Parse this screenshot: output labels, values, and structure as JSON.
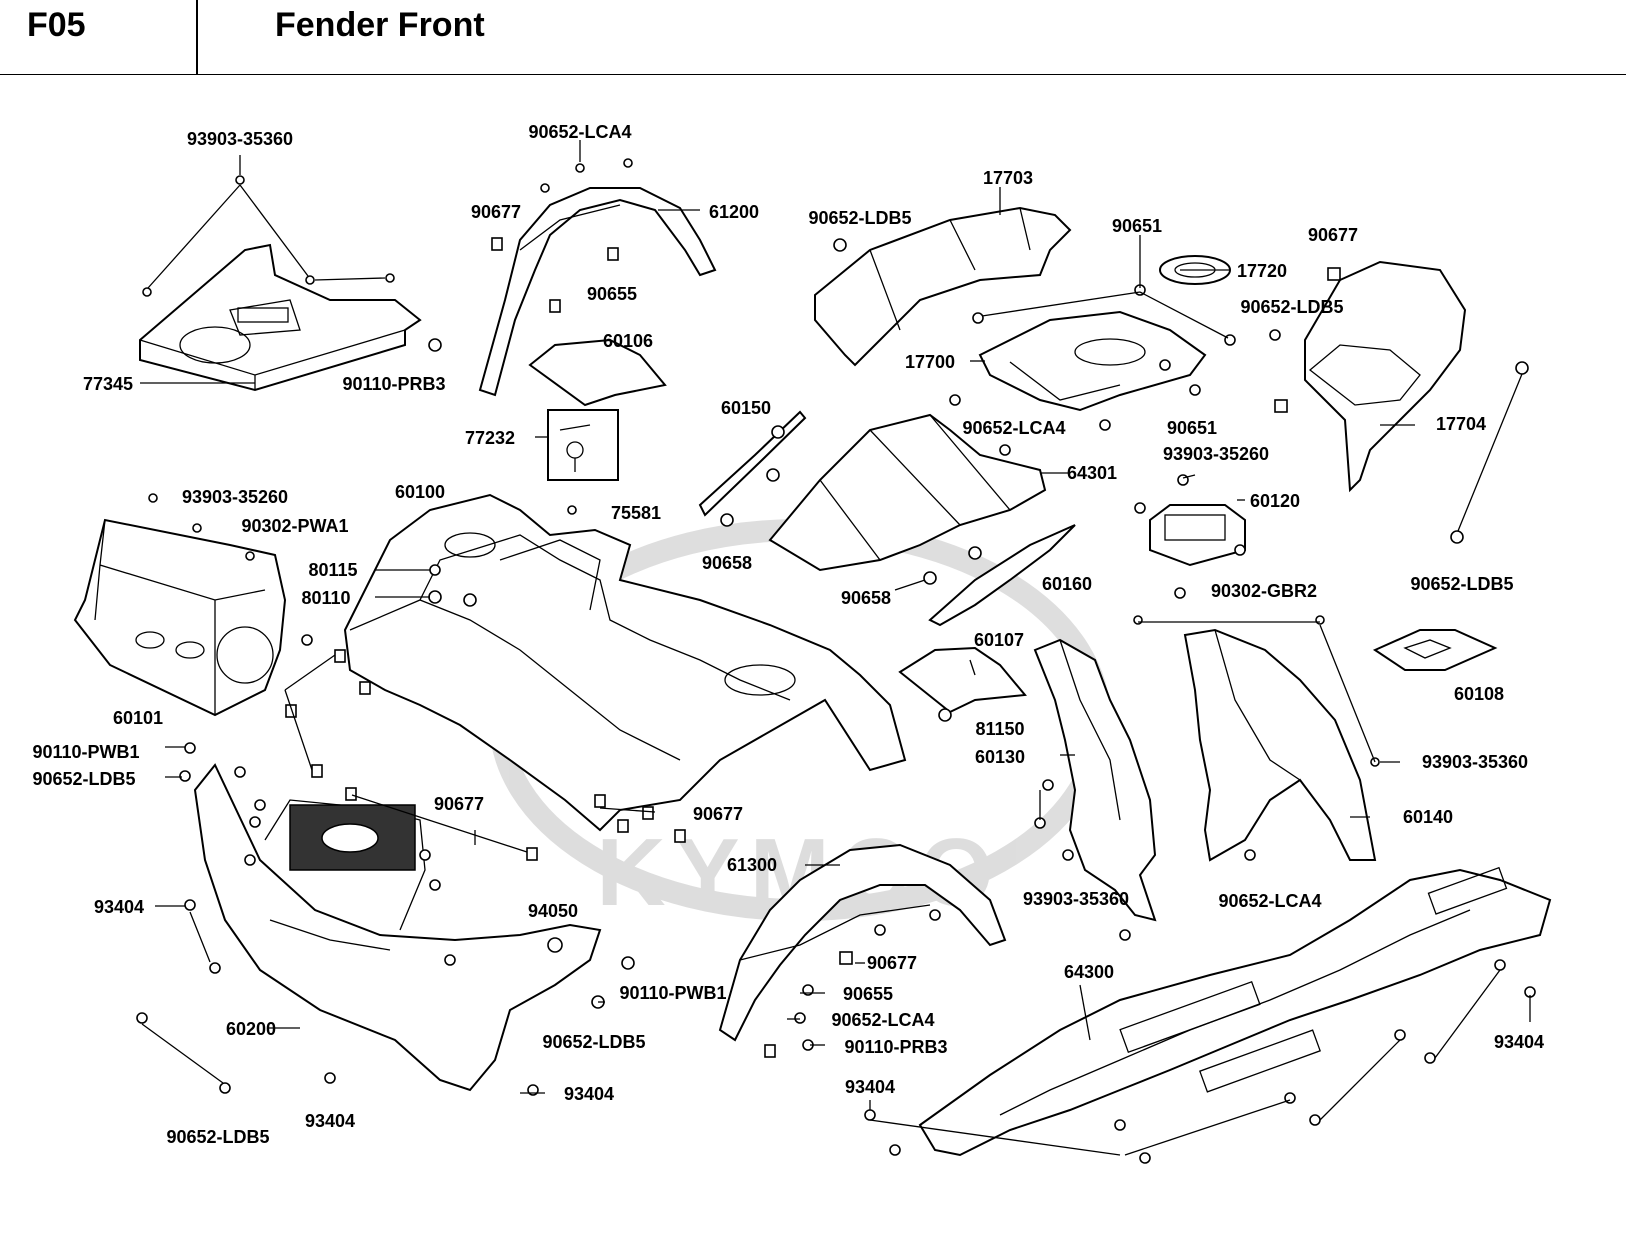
{
  "header": {
    "code": "F05",
    "title": "Fender Front"
  },
  "watermark": "KYMCO",
  "parts": [
    {
      "id": "l1",
      "label": "93903-35360"
    },
    {
      "id": "l2",
      "label": "90652-LCA4"
    },
    {
      "id": "l3",
      "label": "17703"
    },
    {
      "id": "l4",
      "label": "90677"
    },
    {
      "id": "l5",
      "label": "61200"
    },
    {
      "id": "l6",
      "label": "90652-LDB5"
    },
    {
      "id": "l7",
      "label": "90651"
    },
    {
      "id": "l8",
      "label": "17720"
    },
    {
      "id": "l9",
      "label": "90677"
    },
    {
      "id": "l10",
      "label": "90655"
    },
    {
      "id": "l11",
      "label": "90652-LDB5"
    },
    {
      "id": "l12",
      "label": "60106"
    },
    {
      "id": "l13",
      "label": "77345"
    },
    {
      "id": "l14",
      "label": "90110-PRB3"
    },
    {
      "id": "l15",
      "label": "17700"
    },
    {
      "id": "l16",
      "label": "60150"
    },
    {
      "id": "l17",
      "label": "90652-LCA4"
    },
    {
      "id": "l18",
      "label": "90651"
    },
    {
      "id": "l19",
      "label": "17704"
    },
    {
      "id": "l20",
      "label": "77232"
    },
    {
      "id": "l21",
      "label": "93903-35260"
    },
    {
      "id": "l22",
      "label": "64301"
    },
    {
      "id": "l23",
      "label": "93903-35260"
    },
    {
      "id": "l24",
      "label": "60100"
    },
    {
      "id": "l25",
      "label": "60120"
    },
    {
      "id": "l26",
      "label": "75581"
    },
    {
      "id": "l27",
      "label": "90302-PWA1"
    },
    {
      "id": "l28",
      "label": "90658"
    },
    {
      "id": "l29",
      "label": "80115"
    },
    {
      "id": "l30",
      "label": "60160"
    },
    {
      "id": "l31",
      "label": "90652-LDB5"
    },
    {
      "id": "l32",
      "label": "80110"
    },
    {
      "id": "l33",
      "label": "90658"
    },
    {
      "id": "l34",
      "label": "90302-GBR2"
    },
    {
      "id": "l35",
      "label": "60107"
    },
    {
      "id": "l36",
      "label": "60108"
    },
    {
      "id": "l37",
      "label": "60101"
    },
    {
      "id": "l38",
      "label": "81150"
    },
    {
      "id": "l39",
      "label": "90110-PWB1"
    },
    {
      "id": "l40",
      "label": "60130"
    },
    {
      "id": "l41",
      "label": "93903-35360"
    },
    {
      "id": "l42",
      "label": "90652-LDB5"
    },
    {
      "id": "l43",
      "label": "90677"
    },
    {
      "id": "l44",
      "label": "90677"
    },
    {
      "id": "l45",
      "label": "60140"
    },
    {
      "id": "l46",
      "label": "61300"
    },
    {
      "id": "l47",
      "label": "93903-35360"
    },
    {
      "id": "l48",
      "label": "93404"
    },
    {
      "id": "l49",
      "label": "94050"
    },
    {
      "id": "l50",
      "label": "90652-LCA4"
    },
    {
      "id": "l51",
      "label": "90677"
    },
    {
      "id": "l52",
      "label": "90110-PWB1"
    },
    {
      "id": "l53",
      "label": "64300"
    },
    {
      "id": "l54",
      "label": "90655"
    },
    {
      "id": "l55",
      "label": "60200"
    },
    {
      "id": "l56",
      "label": "90652-LCA4"
    },
    {
      "id": "l57",
      "label": "90652-LDB5"
    },
    {
      "id": "l58",
      "label": "93404"
    },
    {
      "id": "l59",
      "label": "90110-PRB3"
    },
    {
      "id": "l60",
      "label": "93404"
    },
    {
      "id": "l61",
      "label": "93404"
    },
    {
      "id": "l62",
      "label": "93404"
    },
    {
      "id": "l63",
      "label": "90652-LDB5"
    }
  ]
}
